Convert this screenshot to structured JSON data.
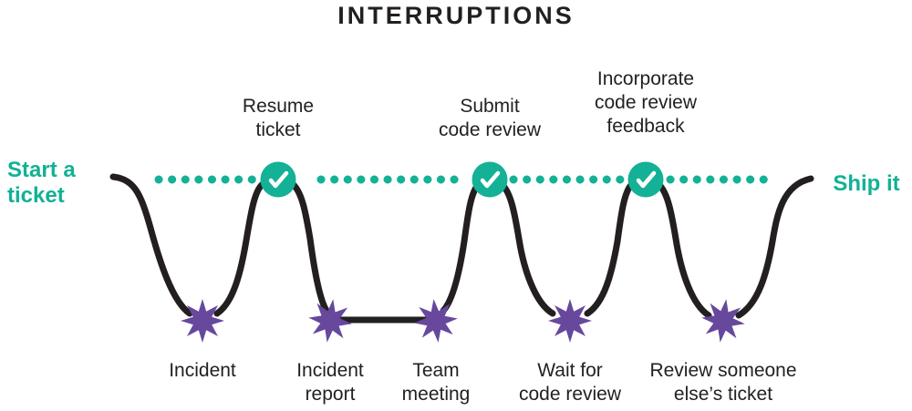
{
  "title": "INTERRUPTIONS",
  "colors": {
    "teal": "#13B195",
    "purple": "#67489D",
    "ink": "#231F20",
    "background": "#FFFFFF"
  },
  "timeline": {
    "start_label": "Start a\nticket",
    "end_label": "Ship it"
  },
  "checkpoints": [
    {
      "label": "Resume\nticket",
      "icon": "check-icon"
    },
    {
      "label": "Submit\ncode review",
      "icon": "check-icon"
    },
    {
      "label": "Incorporate\ncode review\nfeedback",
      "icon": "check-icon"
    }
  ],
  "interruptions": [
    {
      "label": "Incident",
      "icon": "burst-icon"
    },
    {
      "label": "Incident\nreport",
      "icon": "burst-icon"
    },
    {
      "label": "Team\nmeeting",
      "icon": "burst-icon"
    },
    {
      "label": "Wait for\ncode review",
      "icon": "burst-icon"
    },
    {
      "label": "Review someone\nelse’s ticket",
      "icon": "burst-icon"
    }
  ]
}
